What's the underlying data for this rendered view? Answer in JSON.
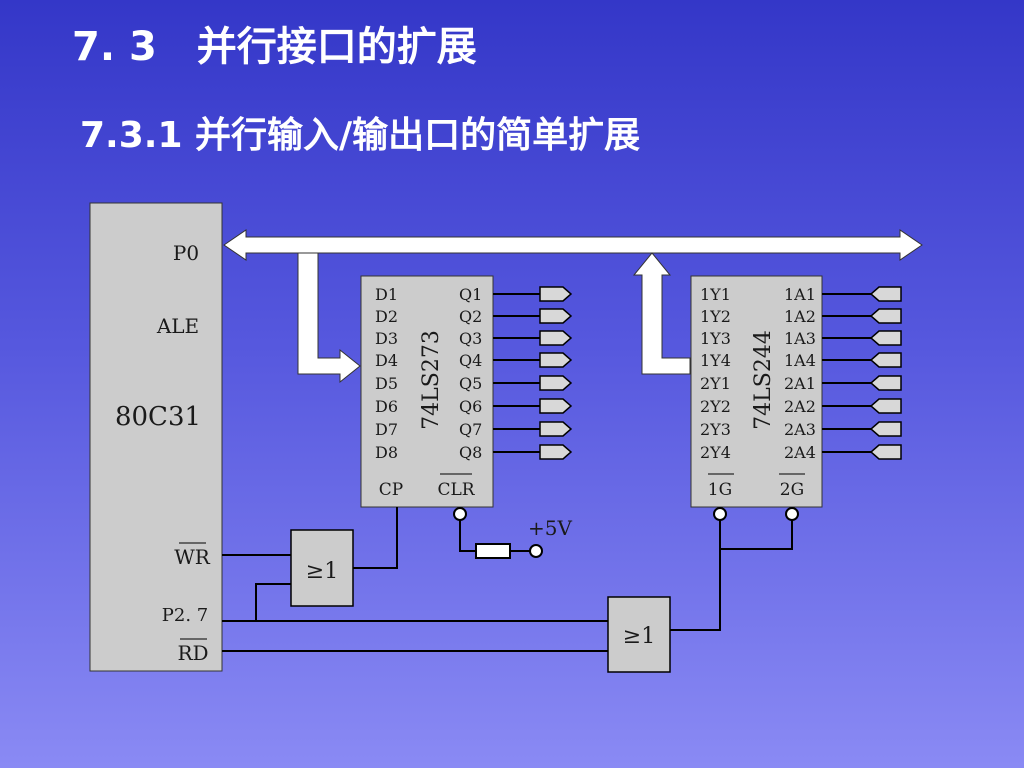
{
  "title": "7. 3　并行接口的扩展",
  "subtitle": "7.3.1 并行输入/输出口的简单扩展",
  "diagram": {
    "mcu": {
      "name": "80C31",
      "pins": {
        "p0": "P0",
        "ale": "ALE",
        "wr": "WR",
        "p27": "P2. 7",
        "rd": "RD"
      }
    },
    "latch": {
      "name": "74LS273",
      "inputs": [
        "D1",
        "D2",
        "D3",
        "D4",
        "D5",
        "D6",
        "D7",
        "D8"
      ],
      "outputs": [
        "Q1",
        "Q2",
        "Q3",
        "Q4",
        "Q5",
        "Q6",
        "Q7",
        "Q8"
      ],
      "cp": "CP",
      "clr": "CLR"
    },
    "buffer": {
      "name": "74LS244",
      "outputs": [
        "1Y1",
        "1Y2",
        "1Y3",
        "1Y4",
        "2Y1",
        "2Y2",
        "2Y3",
        "2Y4"
      ],
      "inputs": [
        "1A1",
        "1A2",
        "1A3",
        "1A4",
        "2A1",
        "2A2",
        "2A3",
        "2A4"
      ],
      "g1": "1G",
      "g2": "2G"
    },
    "gate1": {
      "label": "≥1"
    },
    "gate2": {
      "label": "≥1"
    },
    "vcc": "+5V"
  },
  "colors": {
    "chip_fill": "#cccccc",
    "wire": "#000000",
    "bus_fill": "#ffffff",
    "text": "#ffffff"
  }
}
